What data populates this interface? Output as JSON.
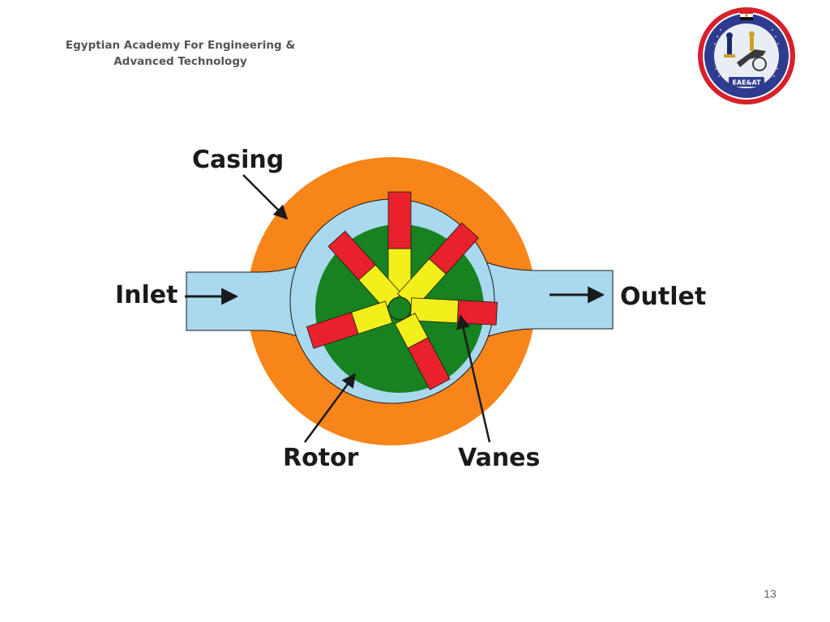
{
  "header": {
    "line1": "Egyptian Academy For Engineering &",
    "line2": "Advanced Technology"
  },
  "logo": {
    "text": "EAE&AT",
    "colors": {
      "ring_red": "#d8202a",
      "ring_blue": "#2e3b8f"
    }
  },
  "diagram": {
    "labels": {
      "casing": "Casing",
      "inlet": "Inlet",
      "outlet": "Outlet",
      "rotor": "Rotor",
      "vanes": "Vanes"
    },
    "colors": {
      "casing": "#f7851a",
      "fluid": "#a9d8ef",
      "rotor": "#17821f",
      "vane_outer": "#e8212c",
      "vane_inner": "#f2ef1a",
      "outline": "#1a1a1a"
    }
  },
  "footer": {
    "page_number": "13"
  }
}
